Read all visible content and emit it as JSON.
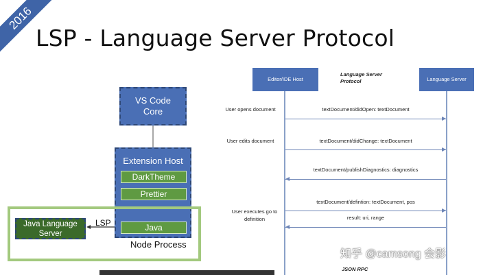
{
  "ribbon": {
    "text": "2016"
  },
  "title": "LSP - Language Server Protocol",
  "left_diagram": {
    "core_line1": "VS Code",
    "core_line2": "Core",
    "ext_host_label": "Extension Host",
    "items": [
      "DarkTheme",
      "Prettier",
      "Java"
    ],
    "node_process": "Node Process",
    "lsp_label": "LSP",
    "java_server_line1": "Java Language",
    "java_server_line2": "Server"
  },
  "sequence": {
    "left_header": "Editor/IDE Host",
    "right_header": "Language Server",
    "header_note_line1": "Language Server",
    "header_note_line2": "Protocol",
    "events": [
      "User opens document",
      "User edits document",
      "User executes go to definition"
    ],
    "messages": [
      "textDocument/didOpen: textDocument",
      "textDocument/didChange: textDocument",
      "textDocument/publishDiagnostics: diagnostics",
      "textDocument/defintion: textDocument, pos",
      "result: uri, range"
    ],
    "footer": "JSON RPC"
  },
  "watermark": "知乎 @camsong 会影"
}
